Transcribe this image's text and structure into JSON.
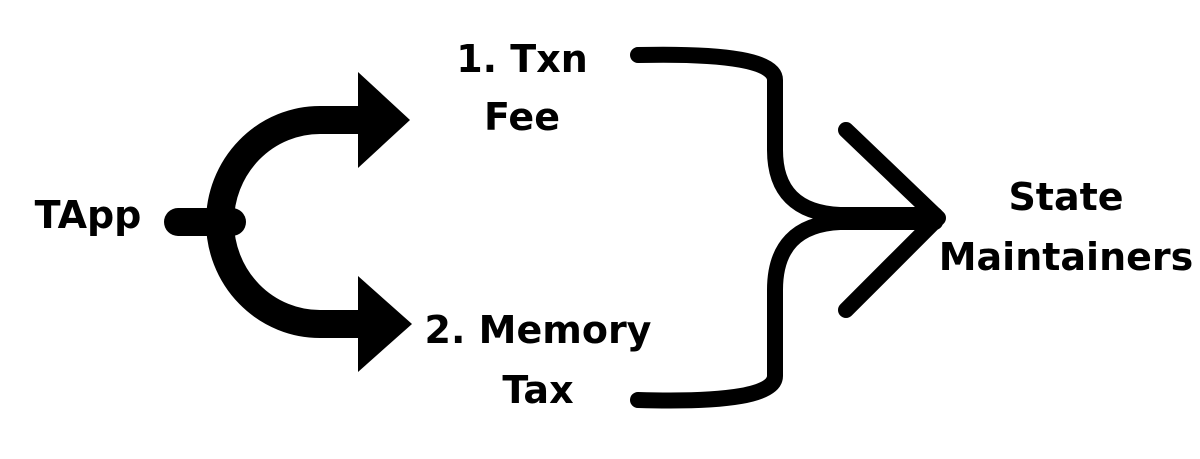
{
  "source": {
    "label": "TApp"
  },
  "branches": [
    {
      "line1": "1. Txn",
      "line2": "Fee"
    },
    {
      "line1": "2. Memory",
      "line2": "Tax"
    }
  ],
  "target": {
    "line1": "State",
    "line2": "Maintainers"
  },
  "colors": {
    "ink": "#000000",
    "background": "#ffffff"
  }
}
